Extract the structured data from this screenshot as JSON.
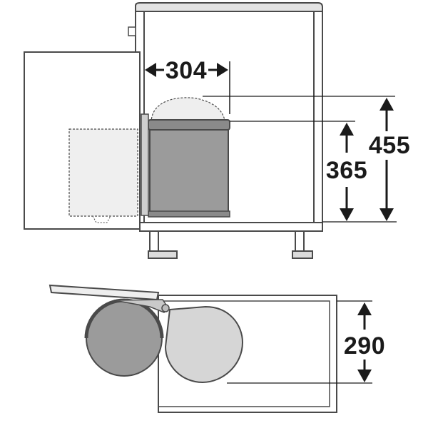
{
  "colors": {
    "outline": "#4a4a4a",
    "cabinet_fill": "#ffffff",
    "cabinet_edge": "#d9d9d9",
    "bin_dark": "#9b9b9b",
    "bin_light": "#d6d6d6",
    "ghost": "#eeeeee",
    "dim_line": "#1a1a1a"
  },
  "dimensions": {
    "width": "304",
    "height_bin": "365",
    "height_total": "455",
    "depth": "290"
  }
}
